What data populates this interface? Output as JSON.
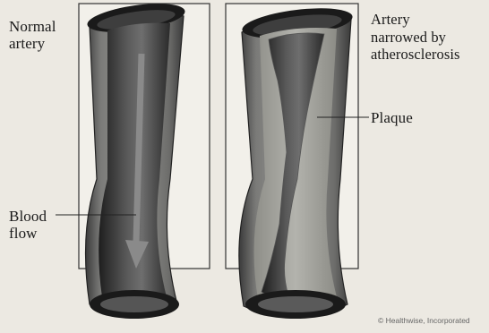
{
  "labels": {
    "normal_artery": "Normal\nartery",
    "narrowed_artery": "Artery\nnarrowed by\natherosclerosis",
    "plaque": "Plaque",
    "blood_flow": "Blood\nflow"
  },
  "credit": "© Healthwise, Incorporated",
  "colors": {
    "background": "#ece9e2",
    "vessel_wall": "#6a6a6a",
    "vessel_dark": "#2a2a2a",
    "plaque": "#a9a9a3",
    "lumen": "#4a4a4a"
  }
}
